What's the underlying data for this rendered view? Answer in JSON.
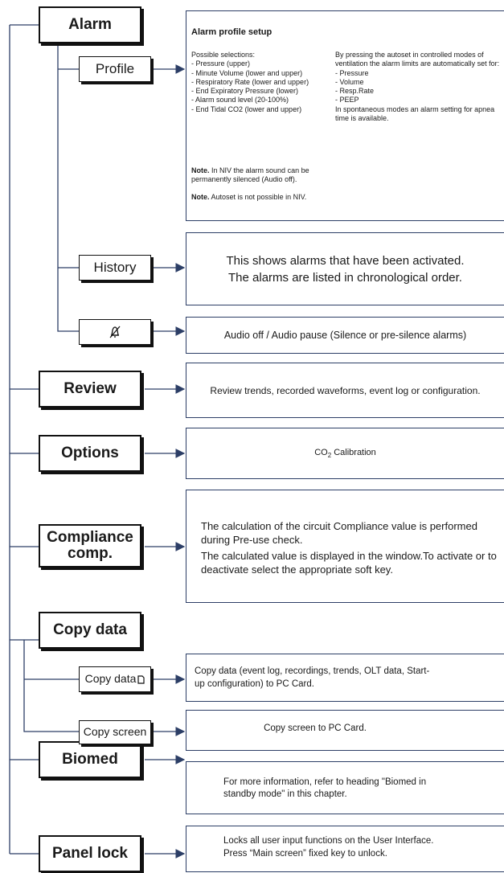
{
  "menu": {
    "alarm": {
      "label": "Alarm",
      "profile": {
        "label": "Profile",
        "panel": {
          "title": "Alarm profile setup",
          "left_heading": "Possible selections:",
          "left_items": [
            "- Pressure (upper)",
            "- Minute Volume (lower and upper)",
            "- Respiratory Rate (lower and upper)",
            "- End Expiratory Pressure (lower)",
            "- Alarm sound level (20-100%)",
            "- End Tidal CO2 (lower and upper)"
          ],
          "right_intro": "By pressing the autoset in controlled modes of ventilation the alarm limits are automatically set for:",
          "right_items": [
            "- Pressure",
            "- Volume",
            "- Resp.Rate",
            "- PEEP"
          ],
          "right_outro": "In spontaneous modes an alarm setting for apnea time is available.",
          "note1_label": "Note.",
          "note1_text": "In NIV the alarm sound can be permanently silenced (Audio off).",
          "note2_label": "Note.",
          "note2_text": "Autoset is not possible in NIV."
        }
      },
      "history": {
        "label": "History",
        "panel_line1": "This shows alarms that have been activated.",
        "panel_line2": "The alarms are listed in chronological order."
      },
      "audio": {
        "icon": "bell-off-icon",
        "panel": "Audio off / Audio pause (Silence or pre-silence alarms)"
      }
    },
    "review": {
      "label": "Review",
      "panel": "Review trends, recorded waveforms, event log or configuration."
    },
    "options": {
      "label": "Options",
      "panel_pre": "CO",
      "panel_sub": "2",
      "panel_post": " Calibration"
    },
    "compliance": {
      "label_line1": "Compliance",
      "label_line2": "comp.",
      "panel_p1": "The calculation of the circuit Compliance value is performed during Pre-use check.",
      "panel_p2": "The calculated value is displayed in the window.To activate or to deactivate select the appropriate soft key."
    },
    "copy_data": {
      "label": "Copy data",
      "sub_copy_data": {
        "label": "Copy data",
        "icon": "pc-card-icon",
        "panel": "Copy data (event log, recordings, trends, OLT data, Start-up configuration) to PC Card."
      },
      "sub_copy_screen": {
        "label": "Copy screen",
        "panel": "Copy screen to PC Card."
      }
    },
    "biomed": {
      "label": "Biomed",
      "panel": "For more information, refer to heading \"Biomed in standby mode\" in this chapter."
    },
    "panel_lock": {
      "label": "Panel lock",
      "panel_line1": "Locks all user input functions on the User Interface.",
      "panel_line2": "Press “Main screen” fixed key to unlock."
    }
  },
  "colors": {
    "line": "#2c3e66",
    "border": "#111111",
    "arrow": "#2c3e66"
  }
}
